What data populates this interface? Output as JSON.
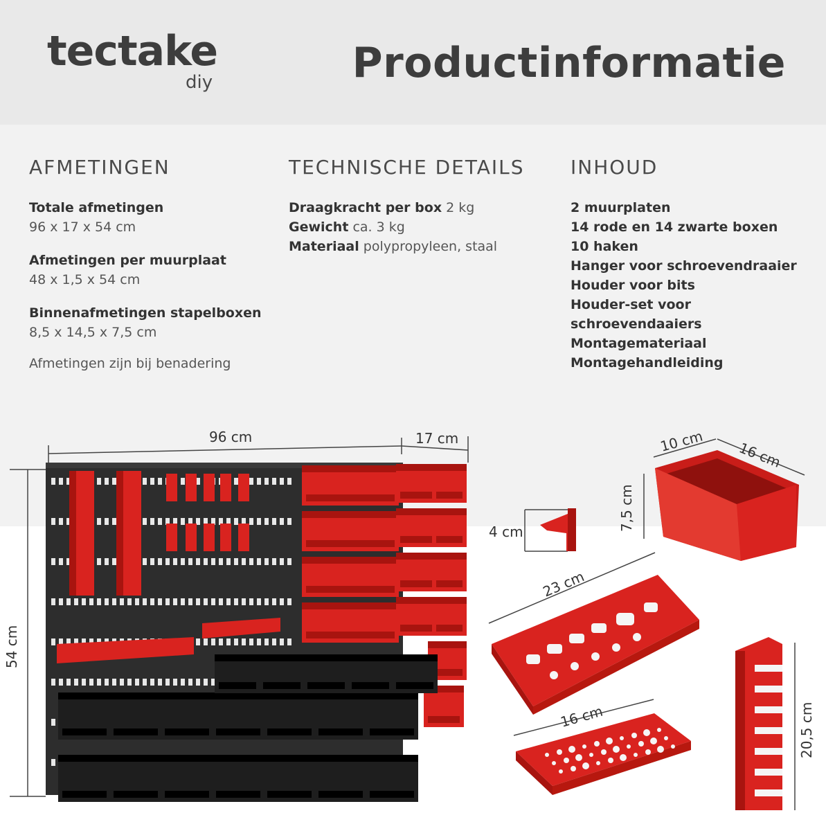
{
  "brand": {
    "name": "tectake",
    "sub": "diy"
  },
  "title": "Productinformatie",
  "sections": {
    "afmetingen": {
      "heading": "AFMETINGEN",
      "items": [
        {
          "label": "Totale afmetingen",
          "value": "96 x 17 x 54 cm"
        },
        {
          "label": "Afmetingen per muurplaat",
          "value": "48 x 1,5 x 54 cm"
        },
        {
          "label": "Binnenafmetingen stapelboxen",
          "value": "8,5 x 14,5 x 7,5 cm"
        }
      ],
      "note": "Afmetingen zijn bij benadering"
    },
    "technisch": {
      "heading": "TECHNISCHE DETAILS",
      "items": [
        {
          "label": "Draagkracht per box",
          "value": "2 kg"
        },
        {
          "label": "Gewicht",
          "value": "ca. 3 kg"
        },
        {
          "label": "Materiaal",
          "value": "polypropyleen, staal"
        }
      ]
    },
    "inhoud": {
      "heading": "INHOUD",
      "items": [
        "2 muurplaten",
        "14 rode en 14 zwarte boxen",
        "10 haken",
        "Hanger voor schroevendraaier",
        "Houder voor bits",
        "Houder-set voor",
        "schroevendaaiers",
        "Montagemateriaal",
        "Montagehandleiding"
      ]
    }
  },
  "dimension_labels": {
    "width": "96 cm",
    "depth": "17 cm",
    "height": "54 cm",
    "hook": "4 cm",
    "box_w": "10 cm",
    "box_d": "16 cm",
    "box_h": "7,5 cm",
    "holder_big": "23 cm",
    "holder_small": "16 cm",
    "hanger": "20,5 cm"
  },
  "colors": {
    "red": "#d9231f",
    "dark_red": "#a8140f",
    "black": "#1e1e1e",
    "panel": "#2d2d2d",
    "header_bg": "#e9e9e9",
    "info_bg": "#f2f2f2"
  }
}
